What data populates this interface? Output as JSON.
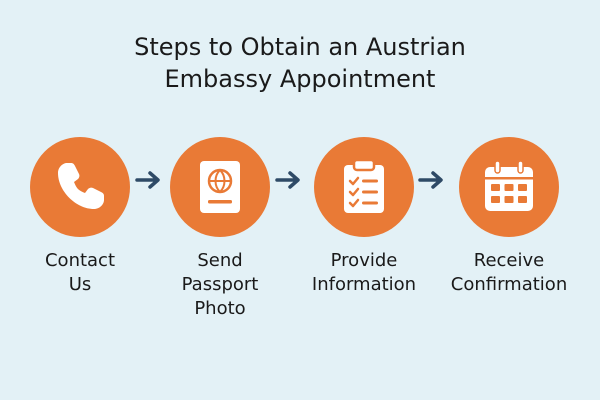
{
  "title": {
    "line1": "Steps to Obtain an Austrian",
    "line2": "Embassy Appointment"
  },
  "colors": {
    "background": "#e3f1f6",
    "circle": "#e97a36",
    "arrow": "#2e4a66"
  },
  "steps": [
    {
      "icon": "phone-icon",
      "label_lines": [
        "Contact",
        "Us"
      ]
    },
    {
      "icon": "passport-icon",
      "label_lines": [
        "Send",
        "Passport",
        "Photo"
      ]
    },
    {
      "icon": "clipboard-checklist-icon",
      "label_lines": [
        "Provide",
        "Information"
      ]
    },
    {
      "icon": "calendar-icon",
      "label_lines": [
        "Receive",
        "Confirmation"
      ]
    }
  ]
}
